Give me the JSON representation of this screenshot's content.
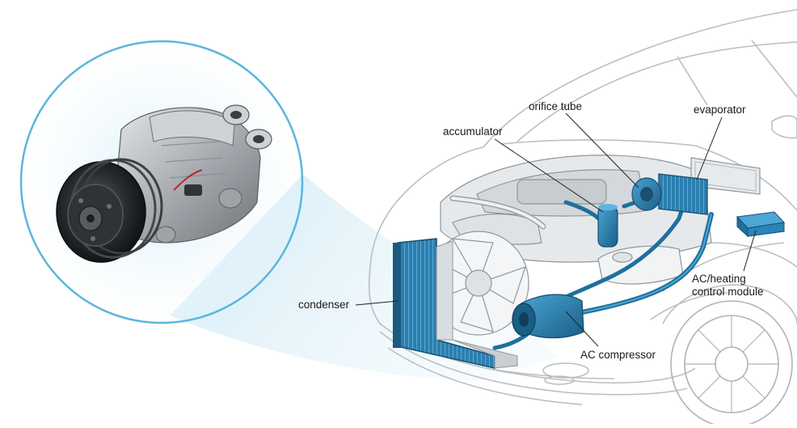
{
  "labels": {
    "orifice_tube": "orifice tube",
    "evaporator": "evaporator",
    "accumulator": "accumulator",
    "control_module_line1": "AC/heating",
    "control_module_line2": "control module",
    "condenser": "condenser",
    "ac_compressor": "AC compressor"
  },
  "colors": {
    "component_blue": "#1f6f9c",
    "component_blue_light": "#3d93c4",
    "circle_outline": "#5ab6dd",
    "car_line": "#b9bfc4",
    "engine_gray": "#d6dade",
    "compressor_dark": "#2b2d30"
  }
}
